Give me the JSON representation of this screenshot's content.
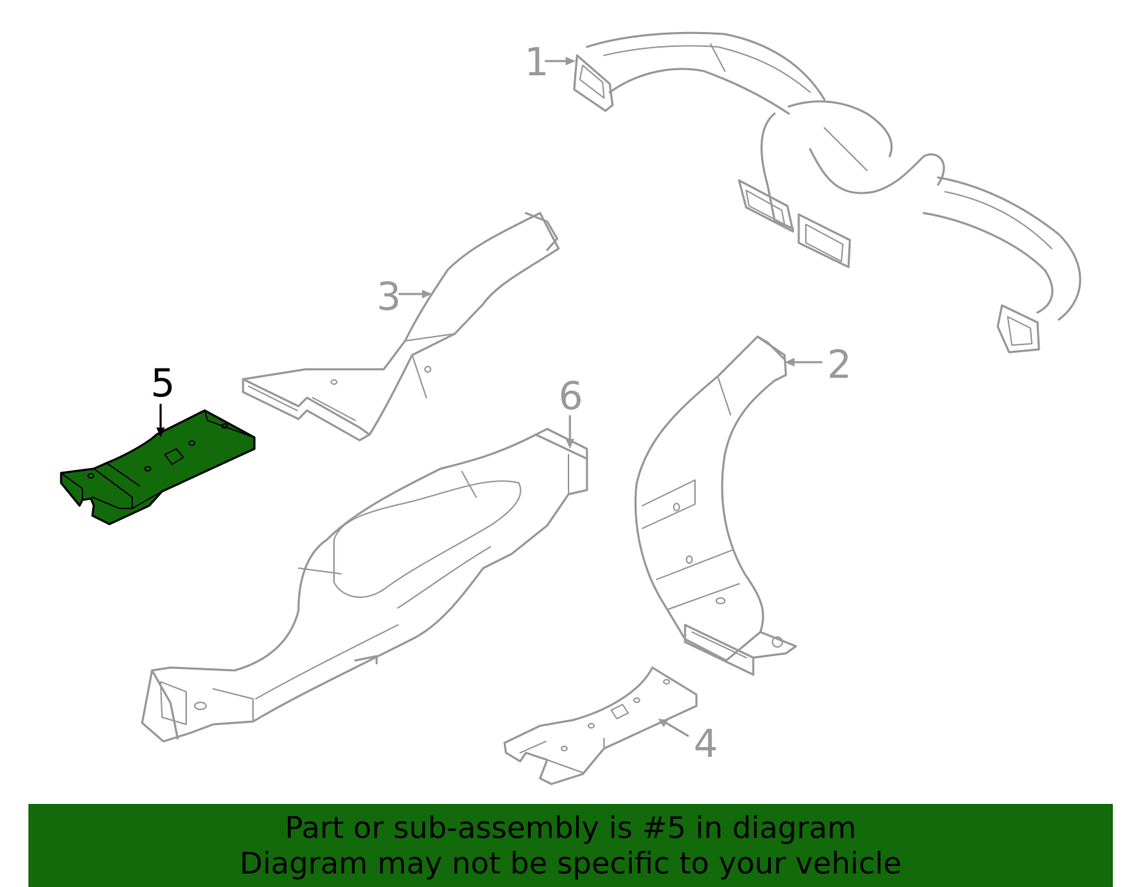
{
  "colors": {
    "highlight_fill": "#126a0a",
    "banner_bg": "#126a0a",
    "part_stroke": "#999999",
    "highlight_stroke": "#000000"
  },
  "callouts": {
    "c1": "1",
    "c2": "2",
    "c3": "3",
    "c4": "4",
    "c5": "5",
    "c6": "6"
  },
  "banner": {
    "line1": "Part or sub-assembly is #5 in diagram",
    "line2": "Diagram may not be specific to your vehicle"
  }
}
